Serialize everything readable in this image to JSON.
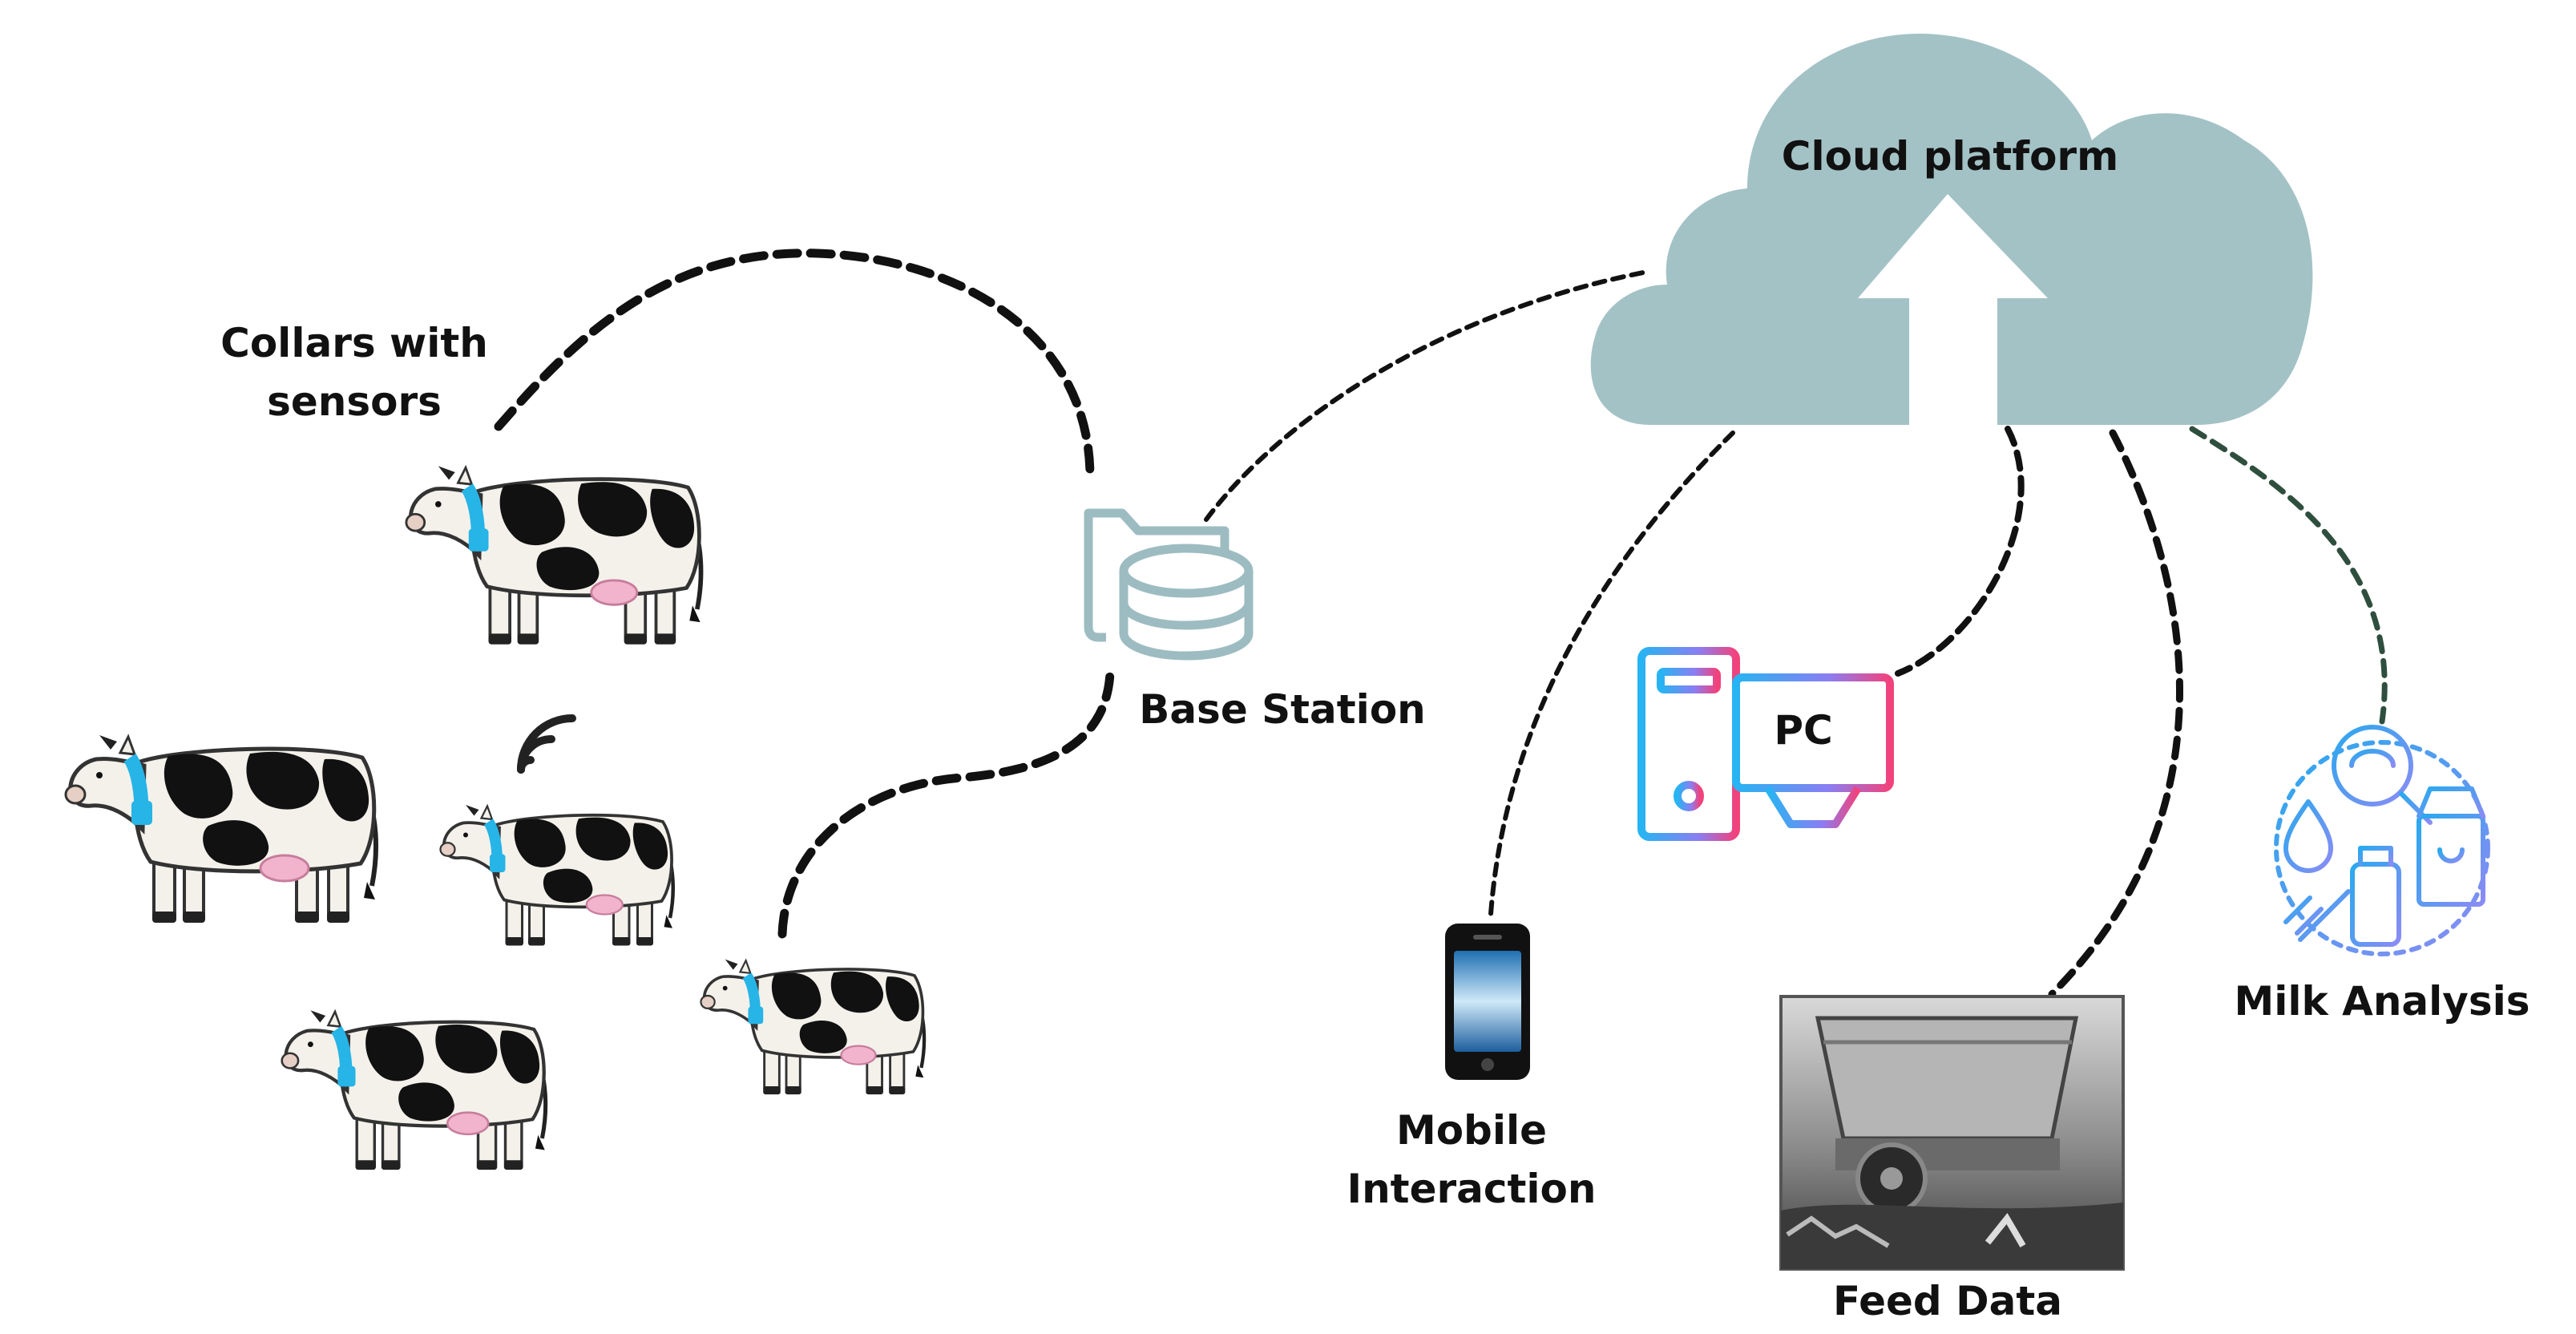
{
  "labels": {
    "collars_line1": "Collars with",
    "collars_line2": "sensors",
    "base_station": "Base Station",
    "cloud": "Cloud platform",
    "pc": "PC",
    "mobile_line1": "Mobile",
    "mobile_line2": "Interaction",
    "feed": "Feed Data",
    "milk": "Milk Analysis"
  },
  "colors": {
    "cloud": "#a3c2c6",
    "base_station_icon": "#9dbcc1",
    "collar": "#27b4e6",
    "udder": "#f2b3cc",
    "cow_spots": "#111111",
    "link_dark": "#111111",
    "link_green": "#2f4f3e",
    "pc_gradient_start": "#27b4f2",
    "pc_gradient_end": "#f2427c",
    "milk_gradient_start": "#2aa9ee",
    "milk_gradient_end": "#8b8bf4"
  },
  "icons": [
    "cow-icon",
    "collar-icon",
    "wifi-icon",
    "folder-database-icon",
    "cloud-icon",
    "upload-arrow-icon",
    "desktop-pc-icon",
    "smartphone-icon",
    "feed-mixer-photo",
    "milk-analysis-icon"
  ]
}
